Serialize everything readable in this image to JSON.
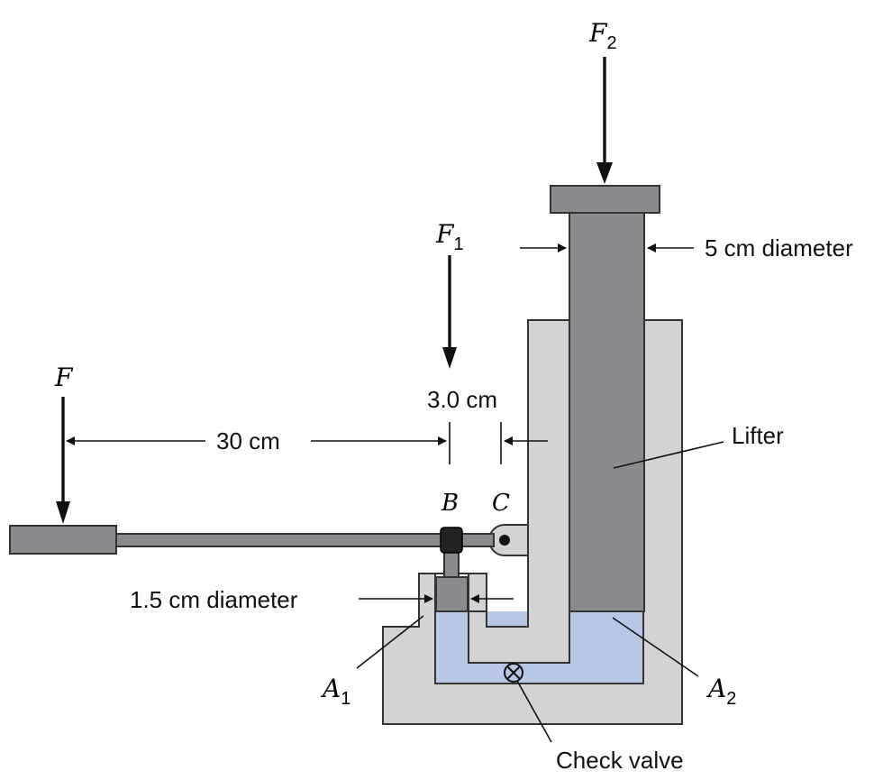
{
  "labels": {
    "f2_main": "F",
    "f2_sub": "2",
    "f1_main": "F",
    "f1_sub": "1",
    "f_main": "F",
    "dist_30": "30 cm",
    "dist_3": "3.0 cm",
    "diam_5": "5 cm diameter",
    "diam_15": "1.5 cm diameter",
    "point_b": "B",
    "point_c": "C",
    "lifter": "Lifter",
    "a1_main": "A",
    "a1_sub": "1",
    "a2_main": "A",
    "a2_sub": "2",
    "check_valve": "Check valve"
  },
  "colors": {
    "housing": "#d1d3d5",
    "piston": "#8a8b8e",
    "fluid": "#b6c8e6",
    "lines": "#111111"
  }
}
